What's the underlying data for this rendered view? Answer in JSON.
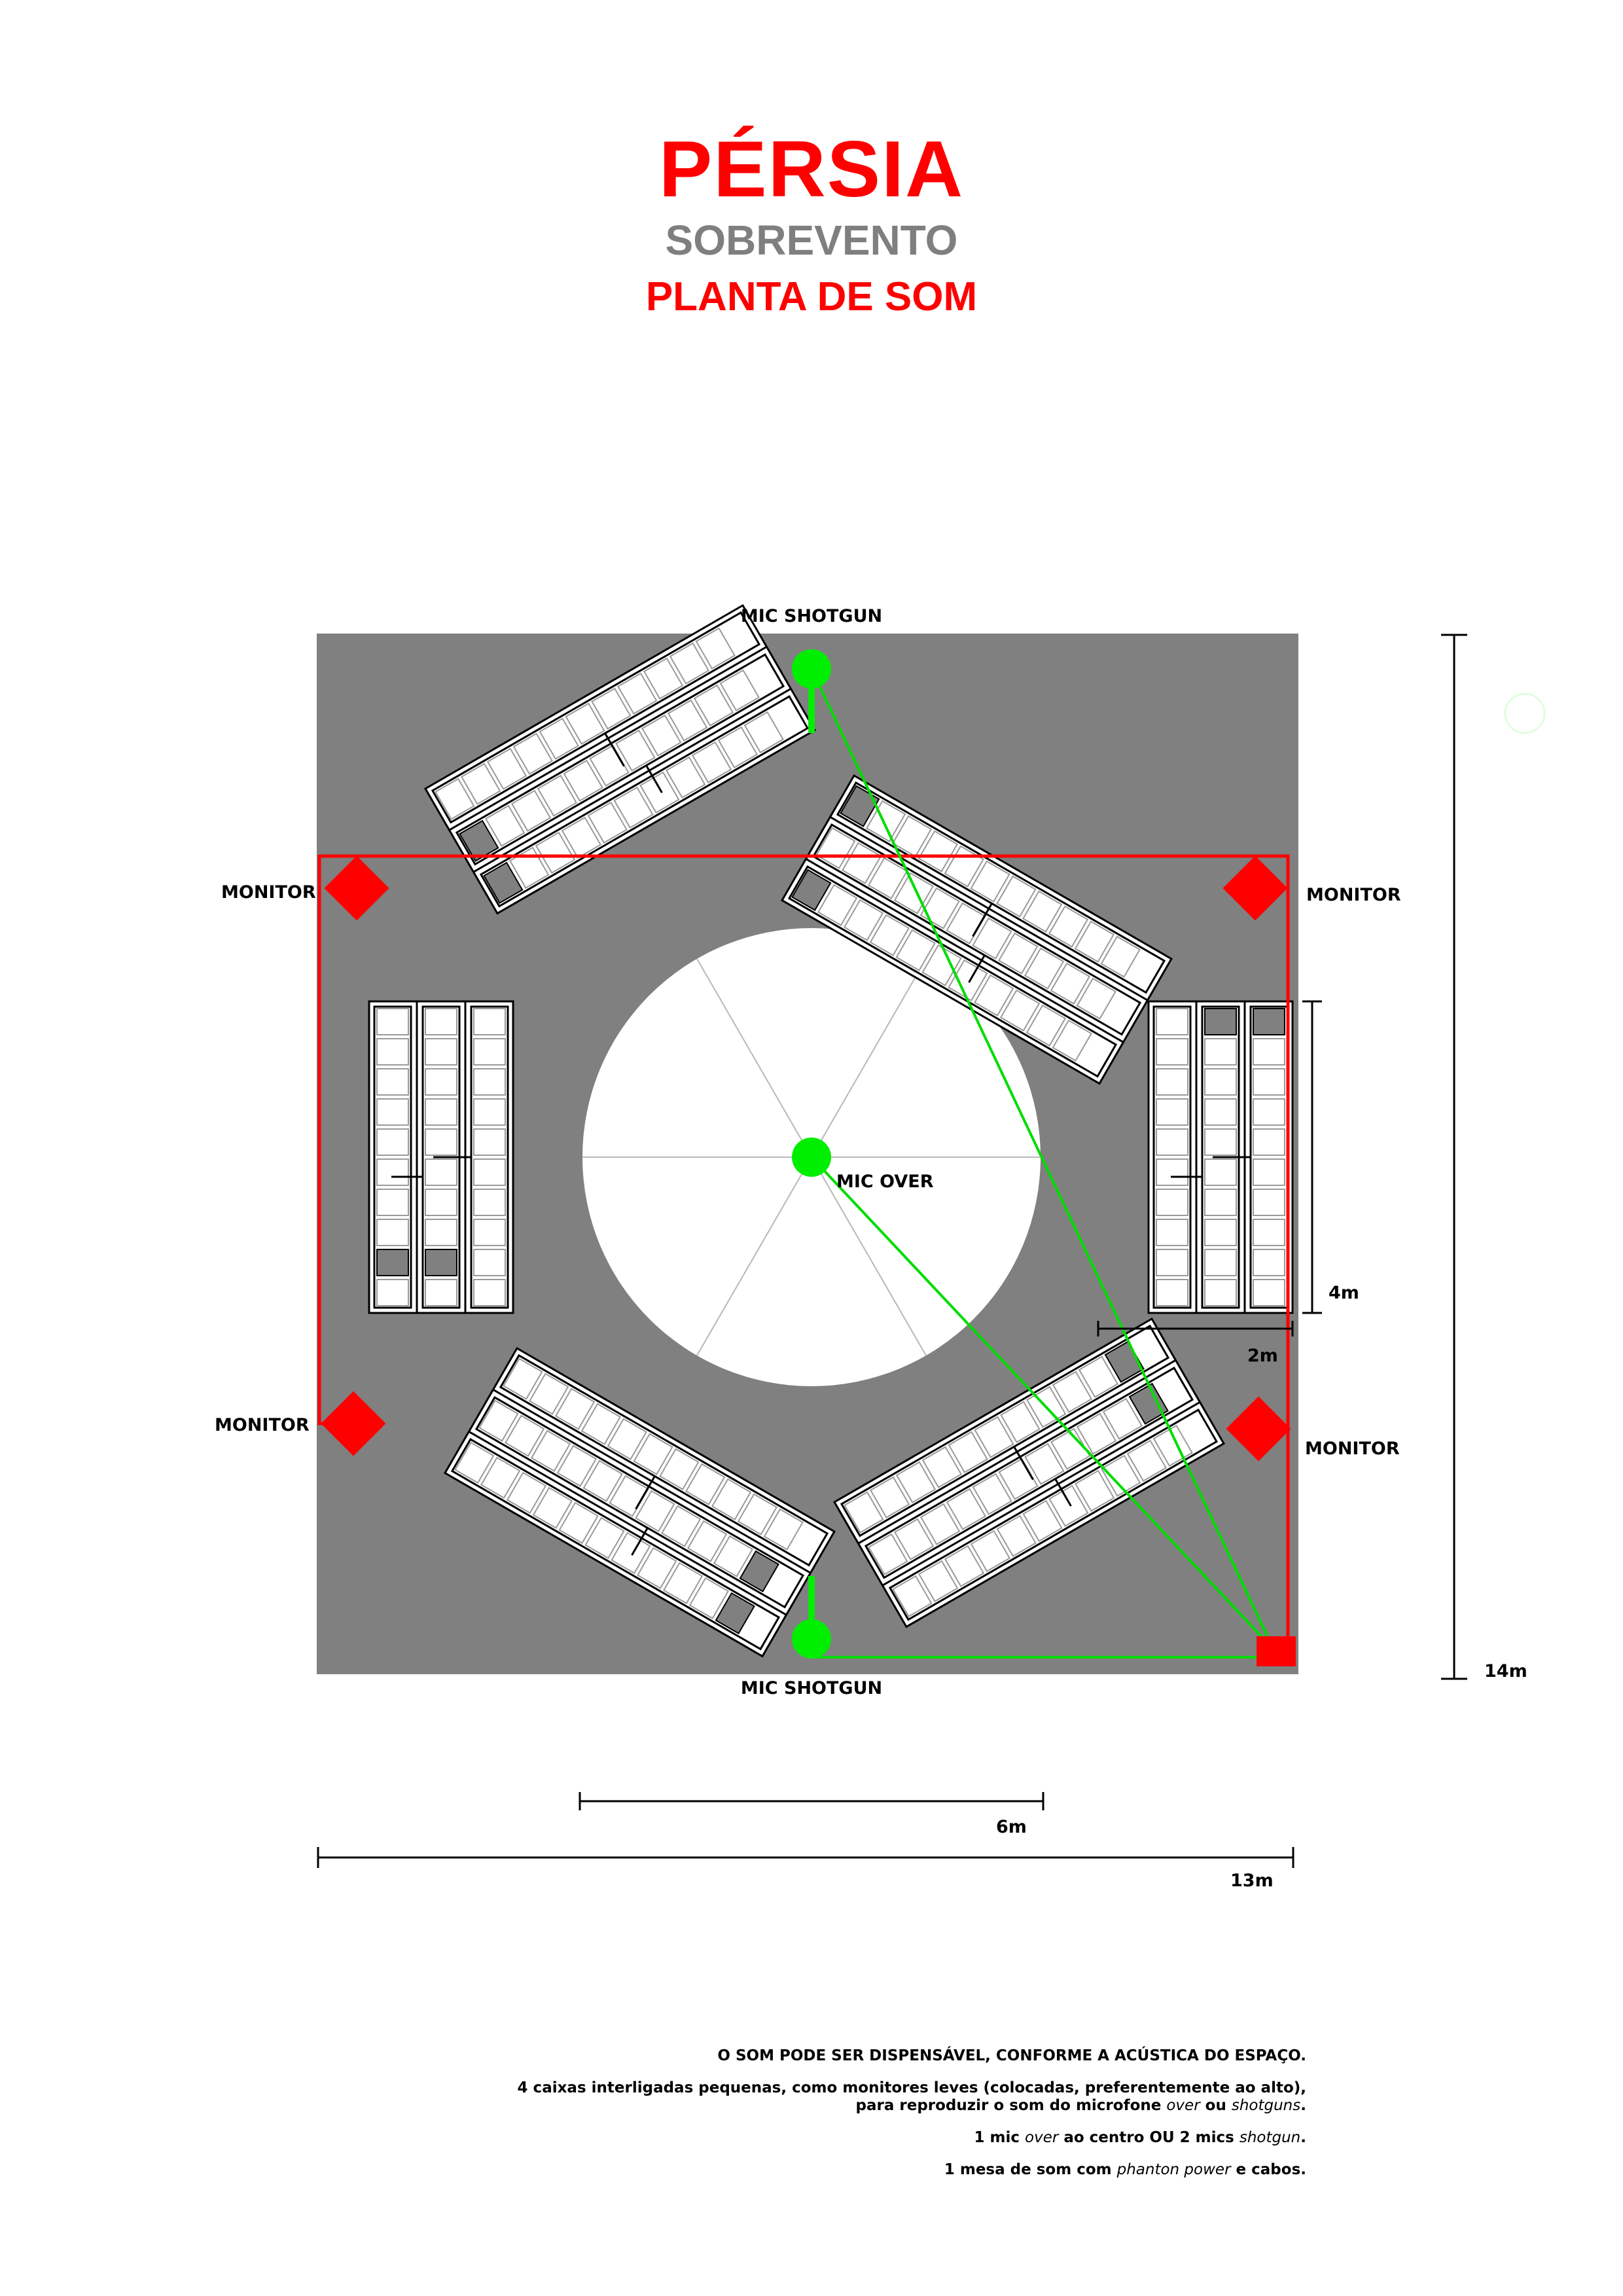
{
  "header": {
    "title": "PÉRSIA",
    "subtitle": "SOBREVENTO",
    "heading": "PLANTA DE SOM"
  },
  "labels": {
    "mic_shotgun_top": "MIC SHOTGUN",
    "mic_shotgun_bottom": "MIC SHOTGUN",
    "mic_over": "MIC OVER",
    "monitor_top_left": "MONITOR",
    "monitor_top_right": "MONITOR",
    "monitor_bottom_left": "MONITOR",
    "monitor_bottom_right": "MONITOR"
  },
  "dimensions": {
    "block_height": "4m",
    "block_depth": "2m",
    "circle_diameter": "6m",
    "total_width": "13m",
    "total_height": "14m"
  },
  "notes": {
    "line1": "O SOM PODE SER DISPENSÁVEL, CONFORME A ACÚSTICA DO ESPAÇO.",
    "line2a": "4 caixas interligadas pequenas, como monitores leves (colocadas, preferentemente ao alto),",
    "line2b_pre": "para reproduzir o som do microfone ",
    "line2b_it1": "over",
    "line2b_mid": " ou ",
    "line2b_it2": "shotguns",
    "line2b_post": ".",
    "line3_pre": "1 mic ",
    "line3_it": "over",
    "line3_post": " ao centro OU 2 mics ",
    "line3_it2": "shotgun",
    "line3_end": ".",
    "line4_pre": "1 mesa de som com ",
    "line4_it": "phanton power",
    "line4_post": " e cabos."
  },
  "colors": {
    "floor": "#808080",
    "accent_red": "#ff0000",
    "mic_green": "#00ee00",
    "subtitle_gray": "#7f7f7f"
  }
}
